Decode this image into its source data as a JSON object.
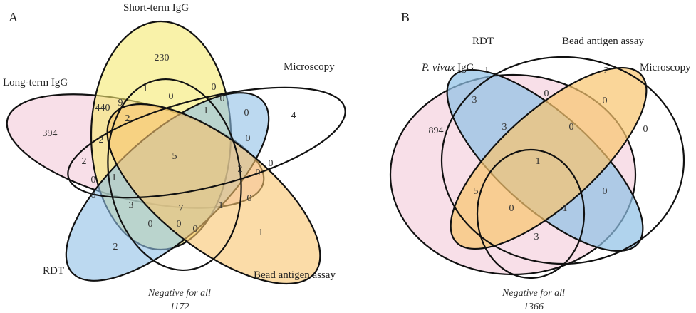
{
  "panel_a": {
    "letter": "A",
    "sets": {
      "short_term": "Short-term IgG",
      "long_term": "Long-term IgG",
      "microscopy": "Microscopy",
      "rdt": "RDT",
      "bead": "Bead antigen assay"
    },
    "counts": [
      "230",
      "394",
      "4",
      "2",
      "1",
      "1",
      "0",
      "0",
      "0",
      "440",
      "9",
      "0",
      "2",
      "1",
      "0",
      "2",
      "0",
      "5",
      "2",
      "0",
      "2",
      "1",
      "0",
      "0",
      "0",
      "3",
      "7",
      "1",
      "0",
      "0",
      "0",
      "0"
    ],
    "negative_label": "Negative for all",
    "negative_count": "1172"
  },
  "panel_b": {
    "letter": "B",
    "sets": {
      "pvivax_italic": "P. vivax",
      "pvivax_rest": " IgG",
      "rdt": "RDT",
      "bead": "Bead antigen assay",
      "microscopy": "Microscopy"
    },
    "counts": [
      "894",
      "1",
      "2",
      "0",
      "3",
      "0",
      "0",
      "3",
      "0",
      "1",
      "0",
      "5",
      "0",
      "1",
      "3"
    ],
    "negative_label": "Negative for all",
    "negative_count": "1366"
  },
  "colors": {
    "pink": "#f7d9e4",
    "yellow": "#f5ea70",
    "blue": "#8fc0e6",
    "orange": "#f8c56e"
  }
}
